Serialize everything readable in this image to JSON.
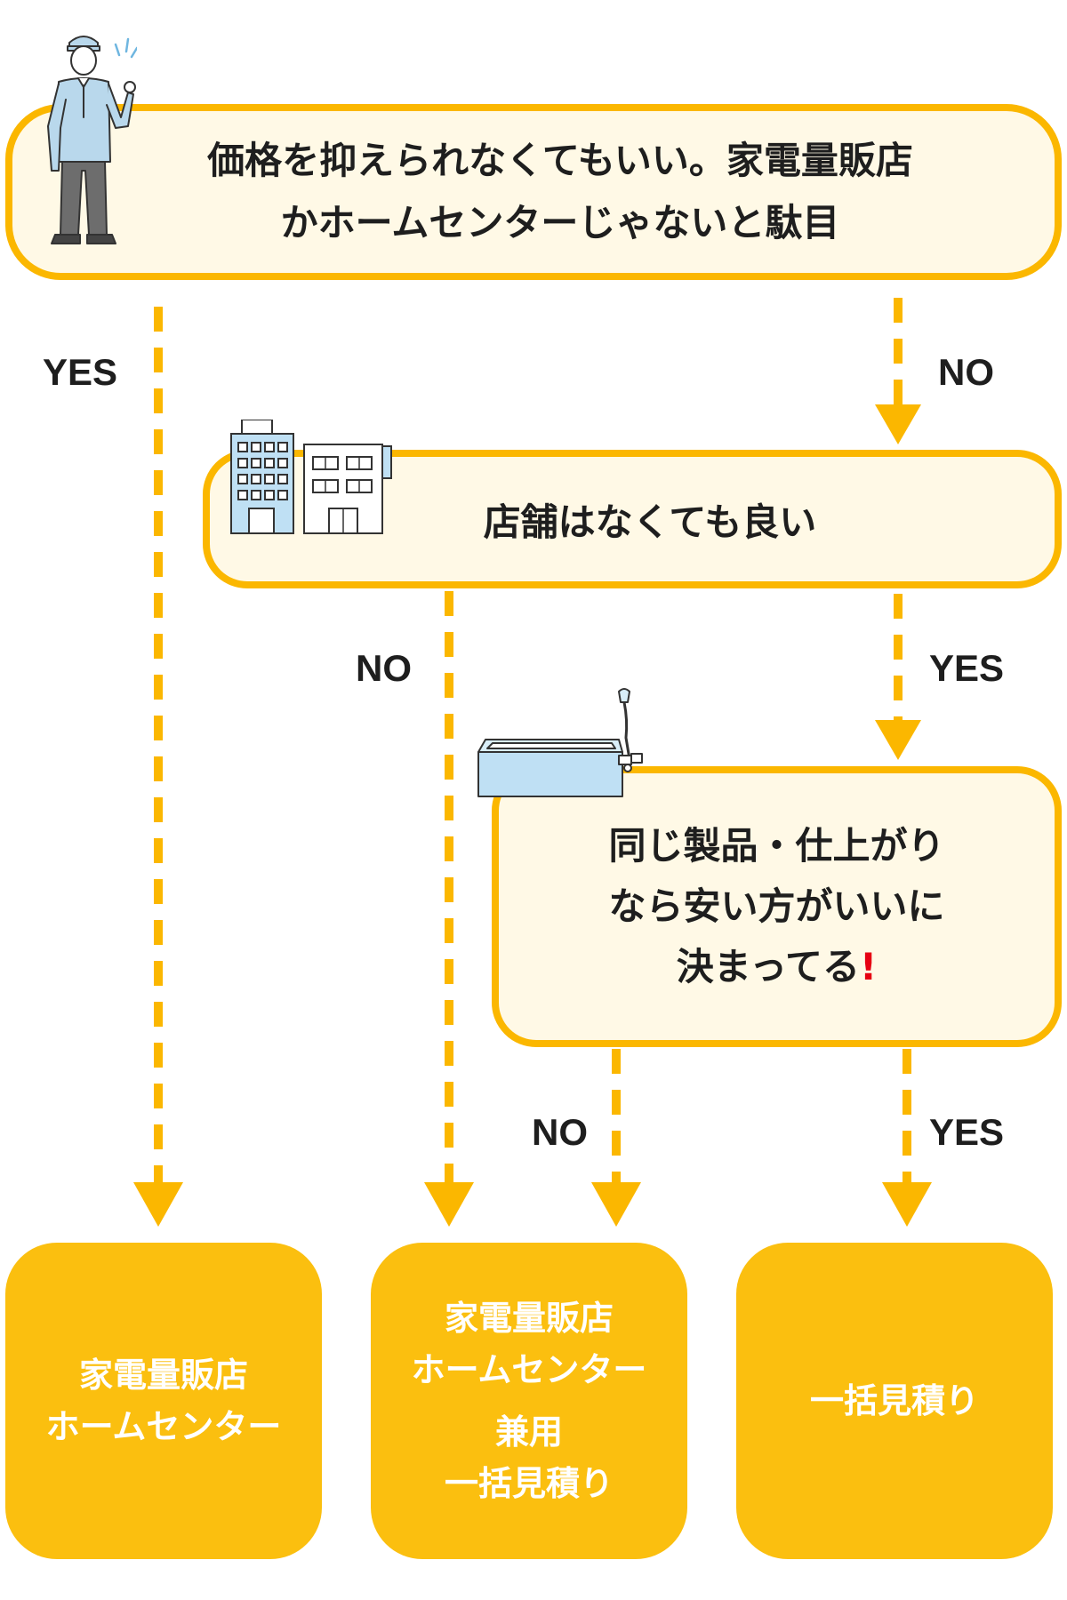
{
  "questions": {
    "q1": {
      "line1": "価格を抑えられなくてもいい。家電量販店",
      "line2": "かホームセンターじゃないと駄目"
    },
    "q2": {
      "text": "店舗はなくても良い"
    },
    "q3": {
      "line1": "同じ製品・仕上がり",
      "line2": "なら安い方がいいに",
      "line3": "決まってる",
      "mark": "!"
    }
  },
  "branch_labels": {
    "q1_yes": "YES",
    "q1_no": "NO",
    "q2_no": "NO",
    "q2_yes": "YES",
    "q3_no": "NO",
    "q3_yes": "YES"
  },
  "results": {
    "r1": {
      "line1": "家電量販店",
      "line2": "ホームセンター"
    },
    "r2": {
      "line1": "家電量販店",
      "line2": "ホームセンター",
      "line3": "兼用",
      "line4": "一括見積り"
    },
    "r3": {
      "line1": "一括見積り"
    }
  },
  "colors": {
    "accent": "#fbb700",
    "box_fill": "#fff9e6",
    "result_fill": "#fbbf0f",
    "text": "#1e1e1e",
    "exclamation": "#e60012"
  },
  "icons": [
    "worker-illustration",
    "buildings-illustration",
    "bathtub-illustration"
  ]
}
